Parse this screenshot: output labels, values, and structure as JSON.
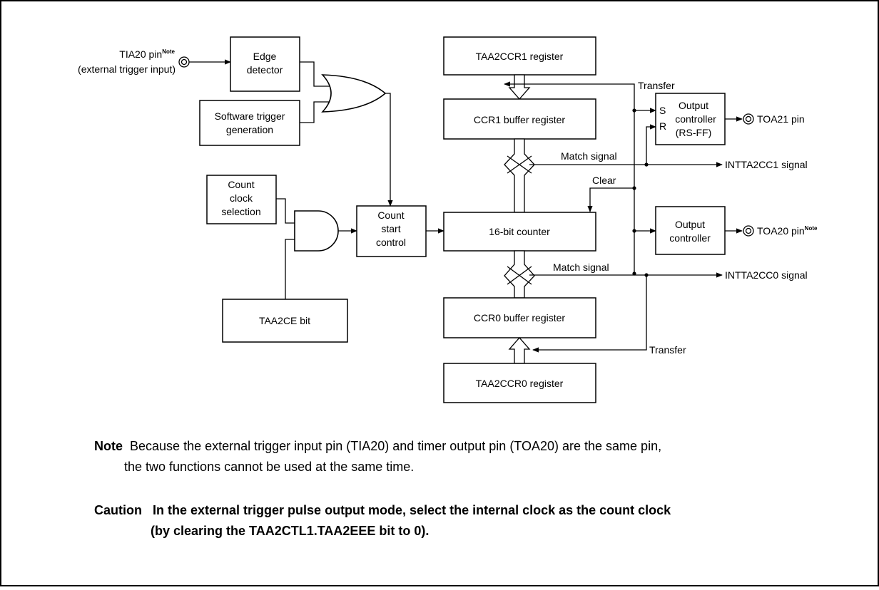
{
  "diagram": {
    "tia20_pin": "TIA20 pin",
    "tia20_note": "Note",
    "tia20_sub": "(external trigger input)",
    "edge_detector": [
      "Edge",
      "detector"
    ],
    "software_trigger": [
      "Software trigger",
      "generation"
    ],
    "count_clock_selection": [
      "Count",
      "clock",
      "selection"
    ],
    "count_start_control": [
      "Count",
      "start",
      "control"
    ],
    "taa2ce_bit": "TAA2CE bit",
    "taa2ccr1_register": "TAA2CCR1 register",
    "ccr1_buffer_register": "CCR1 buffer register",
    "counter_16bit": "16-bit counter",
    "ccr0_buffer_register": "CCR0 buffer register",
    "taa2ccr0_register": "TAA2CCR0 register",
    "transfer_top": "Transfer",
    "transfer_bottom": "Transfer",
    "match_signal_1": "Match signal",
    "match_signal_0": "Match signal",
    "clear": "Clear",
    "output_controller_rs": [
      "Output",
      "controller",
      "(RS-FF)"
    ],
    "s_label": "S",
    "r_label": "R",
    "output_controller": [
      "Output",
      "controller"
    ],
    "toa21_pin": "TOA21 pin",
    "toa20_pin": "TOA20 pin",
    "toa20_note": "Note",
    "intta2cc1": "INTTA2CC1 signal",
    "intta2cc0": "INTTA2CC0 signal"
  },
  "note": {
    "label": "Note",
    "line1": "Because the external trigger input pin (TIA20) and timer output pin (TOA20) are the same pin,",
    "line2": "the two functions cannot be used at the same time."
  },
  "caution": {
    "label": "Caution",
    "line1": "In the external trigger pulse output mode, select the internal clock as the count clock",
    "line2": "(by clearing the TAA2CTL1.TAA2EEE bit to 0)."
  }
}
